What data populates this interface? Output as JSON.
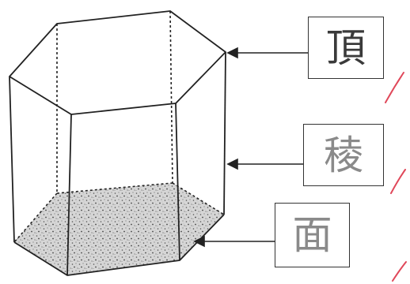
{
  "labels": {
    "vertex": {
      "text": "頂",
      "color": "#3a3a3a"
    },
    "edge": {
      "text": "稜",
      "color": "#8a8a8a"
    },
    "face": {
      "text": "面",
      "color": "#8a8a8a"
    }
  },
  "colors": {
    "line": "#222222",
    "shade_base": "#d2d2d2",
    "speckle": "#555555",
    "check_mark": "#e0485a"
  }
}
